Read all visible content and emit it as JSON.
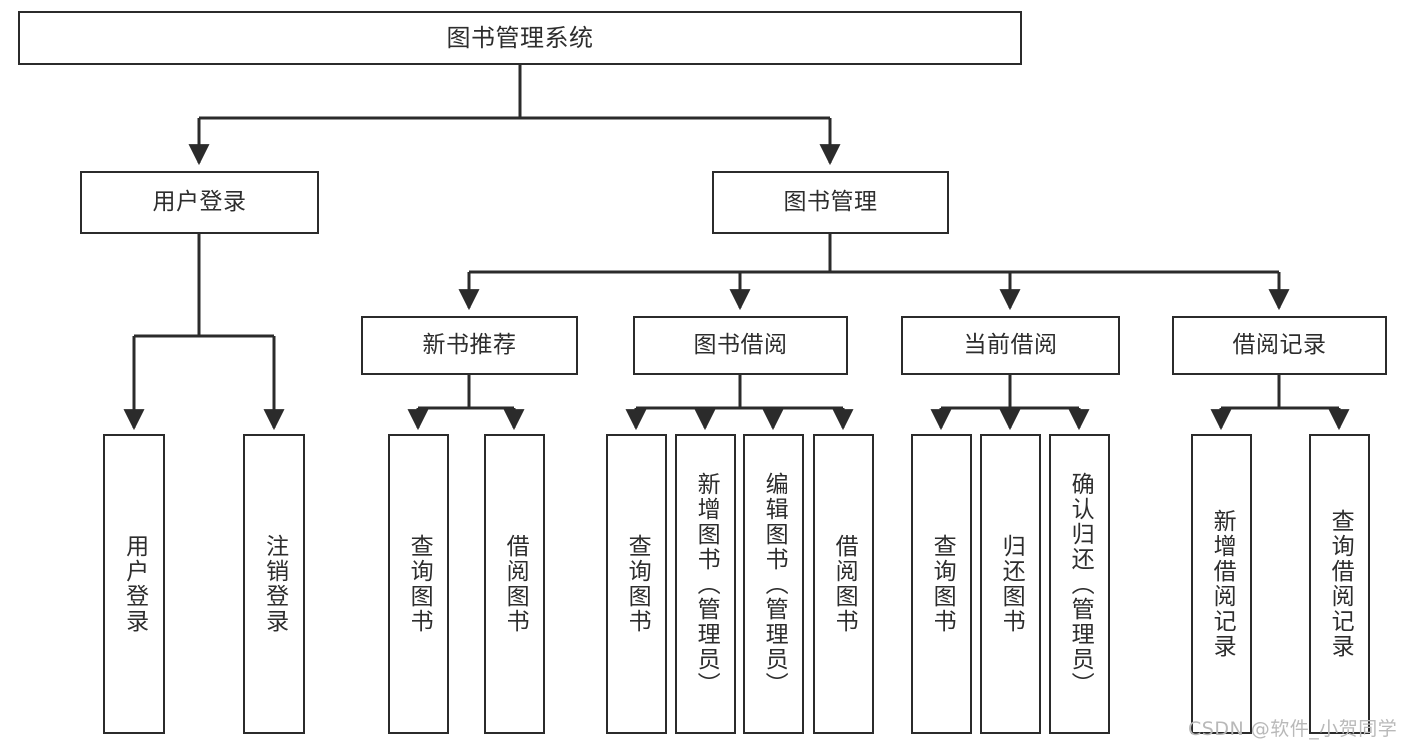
{
  "diagram": {
    "type": "tree-hierarchy",
    "title": "图书管理系统",
    "watermark": "CSDN @软件_小贺同学",
    "colors": {
      "border": "#2b2b2b",
      "text": "#2d2d2d",
      "background": "#ffffff",
      "edge": "#2b2b2b",
      "watermark": "#b9b9b9"
    },
    "nodes": {
      "root": {
        "label": "图书管理系统"
      },
      "level2": [
        {
          "id": "user-login",
          "label": "用户登录"
        },
        {
          "id": "book-management",
          "label": "图书管理"
        }
      ],
      "level3": [
        {
          "id": "new-book-recommend",
          "label": "新书推荐"
        },
        {
          "id": "book-borrow",
          "label": "图书借阅"
        },
        {
          "id": "current-borrow",
          "label": "当前借阅"
        },
        {
          "id": "borrow-record",
          "label": "借阅记录"
        }
      ],
      "leaves": [
        {
          "id": "leaf-user-login",
          "parent": "user-login",
          "label": "用户登录"
        },
        {
          "id": "leaf-logout",
          "parent": "user-login",
          "label": "注销登录"
        },
        {
          "id": "leaf-query-book-1",
          "parent": "new-book-recommend",
          "label": "查询图书"
        },
        {
          "id": "leaf-borrow-book-1",
          "parent": "new-book-recommend",
          "label": "借阅图书"
        },
        {
          "id": "leaf-query-book-2",
          "parent": "book-borrow",
          "label": "查询图书"
        },
        {
          "id": "leaf-add-book",
          "parent": "book-borrow",
          "label": "新增图书（管理员）"
        },
        {
          "id": "leaf-edit-book",
          "parent": "book-borrow",
          "label": "编辑图书（管理员）"
        },
        {
          "id": "leaf-borrow-book-2",
          "parent": "book-borrow",
          "label": "借阅图书"
        },
        {
          "id": "leaf-query-book-3",
          "parent": "current-borrow",
          "label": "查询图书"
        },
        {
          "id": "leaf-return-book",
          "parent": "current-borrow",
          "label": "归还图书"
        },
        {
          "id": "leaf-confirm-return",
          "parent": "current-borrow",
          "label": "确认归还（管理员）"
        },
        {
          "id": "leaf-add-record",
          "parent": "borrow-record",
          "label": "新增借阅记录"
        },
        {
          "id": "leaf-query-record",
          "parent": "borrow-record",
          "label": "查询借阅记录"
        }
      ]
    }
  }
}
